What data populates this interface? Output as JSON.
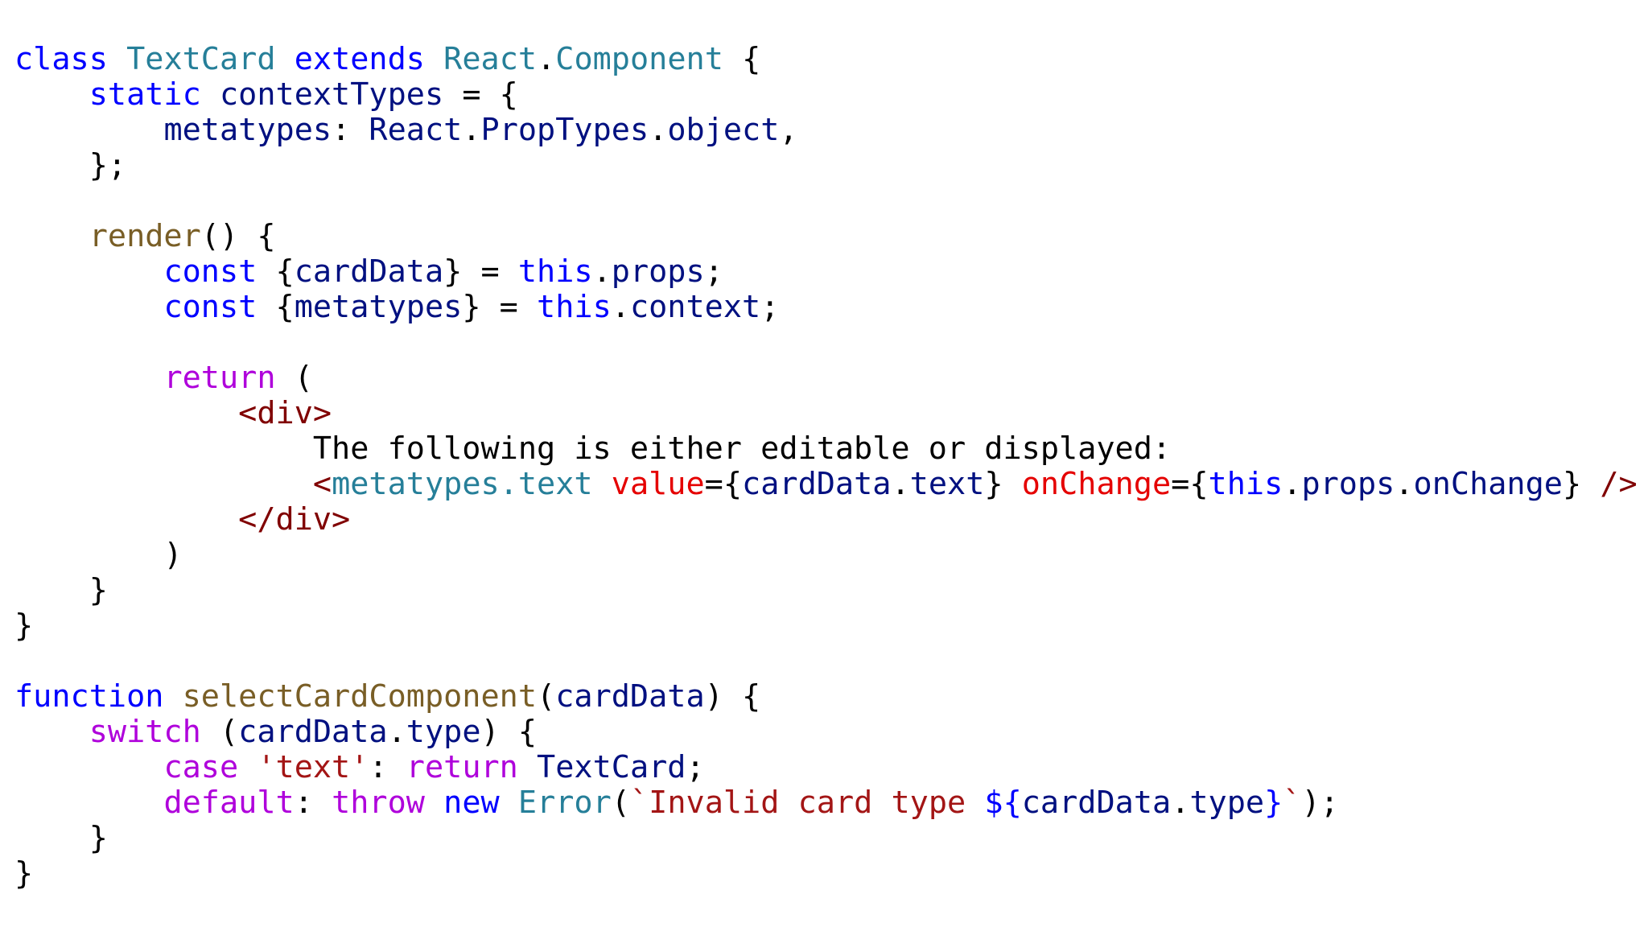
{
  "colors": {
    "default": "#000000",
    "keyword_blue": "#0000ff",
    "keyword_purple": "#af00db",
    "type_teal": "#267f99",
    "identifier_navy": "#001080",
    "function_brown": "#795e26",
    "string_red": "#a31515",
    "jsx_tag_maroon": "#800000",
    "jsx_attr_red": "#e50000",
    "template_expr_blue": "#0000ff"
  },
  "editor": {
    "lines": [
      [
        {
          "t": "class",
          "c": "keyword_blue"
        },
        {
          "t": " ",
          "c": "default"
        },
        {
          "t": "TextCard",
          "c": "type_teal"
        },
        {
          "t": " ",
          "c": "default"
        },
        {
          "t": "extends",
          "c": "keyword_blue"
        },
        {
          "t": " ",
          "c": "default"
        },
        {
          "t": "React",
          "c": "type_teal"
        },
        {
          "t": ".",
          "c": "default"
        },
        {
          "t": "Component",
          "c": "type_teal"
        },
        {
          "t": " {",
          "c": "default"
        }
      ],
      [
        {
          "t": "    ",
          "c": "default"
        },
        {
          "t": "static",
          "c": "keyword_blue"
        },
        {
          "t": " ",
          "c": "default"
        },
        {
          "t": "contextTypes",
          "c": "identifier_navy"
        },
        {
          "t": " = {",
          "c": "default"
        }
      ],
      [
        {
          "t": "        ",
          "c": "default"
        },
        {
          "t": "metatypes",
          "c": "identifier_navy"
        },
        {
          "t": ": ",
          "c": "default"
        },
        {
          "t": "React",
          "c": "identifier_navy"
        },
        {
          "t": ".",
          "c": "default"
        },
        {
          "t": "PropTypes",
          "c": "identifier_navy"
        },
        {
          "t": ".",
          "c": "default"
        },
        {
          "t": "object",
          "c": "identifier_navy"
        },
        {
          "t": ",",
          "c": "default"
        }
      ],
      [
        {
          "t": "    };",
          "c": "default"
        }
      ],
      [],
      [
        {
          "t": "    ",
          "c": "default"
        },
        {
          "t": "render",
          "c": "function_brown"
        },
        {
          "t": "() {",
          "c": "default"
        }
      ],
      [
        {
          "t": "        ",
          "c": "default"
        },
        {
          "t": "const",
          "c": "keyword_blue"
        },
        {
          "t": " {",
          "c": "default"
        },
        {
          "t": "cardData",
          "c": "identifier_navy"
        },
        {
          "t": "} = ",
          "c": "default"
        },
        {
          "t": "this",
          "c": "keyword_blue"
        },
        {
          "t": ".",
          "c": "default"
        },
        {
          "t": "props",
          "c": "identifier_navy"
        },
        {
          "t": ";",
          "c": "default"
        }
      ],
      [
        {
          "t": "        ",
          "c": "default"
        },
        {
          "t": "const",
          "c": "keyword_blue"
        },
        {
          "t": " {",
          "c": "default"
        },
        {
          "t": "metatypes",
          "c": "identifier_navy"
        },
        {
          "t": "} = ",
          "c": "default"
        },
        {
          "t": "this",
          "c": "keyword_blue"
        },
        {
          "t": ".",
          "c": "default"
        },
        {
          "t": "context",
          "c": "identifier_navy"
        },
        {
          "t": ";",
          "c": "default"
        }
      ],
      [],
      [
        {
          "t": "        ",
          "c": "default"
        },
        {
          "t": "return",
          "c": "keyword_purple"
        },
        {
          "t": " (",
          "c": "default"
        }
      ],
      [
        {
          "t": "            ",
          "c": "default"
        },
        {
          "t": "<div>",
          "c": "jsx_tag_maroon"
        }
      ],
      [
        {
          "t": "                The following is either editable or displayed:",
          "c": "default"
        }
      ],
      [
        {
          "t": "                ",
          "c": "default"
        },
        {
          "t": "<",
          "c": "jsx_tag_maroon"
        },
        {
          "t": "metatypes.text",
          "c": "type_teal"
        },
        {
          "t": " ",
          "c": "default"
        },
        {
          "t": "value",
          "c": "jsx_attr_red"
        },
        {
          "t": "={",
          "c": "default"
        },
        {
          "t": "cardData",
          "c": "identifier_navy"
        },
        {
          "t": ".",
          "c": "default"
        },
        {
          "t": "text",
          "c": "identifier_navy"
        },
        {
          "t": "} ",
          "c": "default"
        },
        {
          "t": "onChange",
          "c": "jsx_attr_red"
        },
        {
          "t": "={",
          "c": "default"
        },
        {
          "t": "this",
          "c": "keyword_blue"
        },
        {
          "t": ".",
          "c": "default"
        },
        {
          "t": "props",
          "c": "identifier_navy"
        },
        {
          "t": ".",
          "c": "default"
        },
        {
          "t": "onChange",
          "c": "identifier_navy"
        },
        {
          "t": "} ",
          "c": "default"
        },
        {
          "t": "/>",
          "c": "jsx_tag_maroon"
        }
      ],
      [
        {
          "t": "            ",
          "c": "default"
        },
        {
          "t": "</div>",
          "c": "jsx_tag_maroon"
        }
      ],
      [
        {
          "t": "        )",
          "c": "default"
        }
      ],
      [
        {
          "t": "    }",
          "c": "default"
        }
      ],
      [
        {
          "t": "}",
          "c": "default"
        }
      ],
      [],
      [
        {
          "t": "function",
          "c": "keyword_blue"
        },
        {
          "t": " ",
          "c": "default"
        },
        {
          "t": "selectCardComponent",
          "c": "function_brown"
        },
        {
          "t": "(",
          "c": "default"
        },
        {
          "t": "cardData",
          "c": "identifier_navy"
        },
        {
          "t": ") {",
          "c": "default"
        }
      ],
      [
        {
          "t": "    ",
          "c": "default"
        },
        {
          "t": "switch",
          "c": "keyword_purple"
        },
        {
          "t": " (",
          "c": "default"
        },
        {
          "t": "cardData",
          "c": "identifier_navy"
        },
        {
          "t": ".",
          "c": "default"
        },
        {
          "t": "type",
          "c": "identifier_navy"
        },
        {
          "t": ") {",
          "c": "default"
        }
      ],
      [
        {
          "t": "        ",
          "c": "default"
        },
        {
          "t": "case",
          "c": "keyword_purple"
        },
        {
          "t": " ",
          "c": "default"
        },
        {
          "t": "'text'",
          "c": "string_red"
        },
        {
          "t": ": ",
          "c": "default"
        },
        {
          "t": "return",
          "c": "keyword_purple"
        },
        {
          "t": " ",
          "c": "default"
        },
        {
          "t": "TextCard",
          "c": "identifier_navy"
        },
        {
          "t": ";",
          "c": "default"
        }
      ],
      [
        {
          "t": "        ",
          "c": "default"
        },
        {
          "t": "default",
          "c": "keyword_purple"
        },
        {
          "t": ": ",
          "c": "default"
        },
        {
          "t": "throw",
          "c": "keyword_purple"
        },
        {
          "t": " ",
          "c": "default"
        },
        {
          "t": "new",
          "c": "keyword_blue"
        },
        {
          "t": " ",
          "c": "default"
        },
        {
          "t": "Error",
          "c": "type_teal"
        },
        {
          "t": "(",
          "c": "default"
        },
        {
          "t": "`Invalid card type ",
          "c": "string_red"
        },
        {
          "t": "${",
          "c": "template_expr_blue"
        },
        {
          "t": "cardData",
          "c": "identifier_navy"
        },
        {
          "t": ".",
          "c": "default"
        },
        {
          "t": "type",
          "c": "identifier_navy"
        },
        {
          "t": "}",
          "c": "template_expr_blue"
        },
        {
          "t": "`",
          "c": "string_red"
        },
        {
          "t": ");",
          "c": "default"
        }
      ],
      [
        {
          "t": "    }",
          "c": "default"
        }
      ],
      [
        {
          "t": "}",
          "c": "default"
        }
      ]
    ]
  }
}
